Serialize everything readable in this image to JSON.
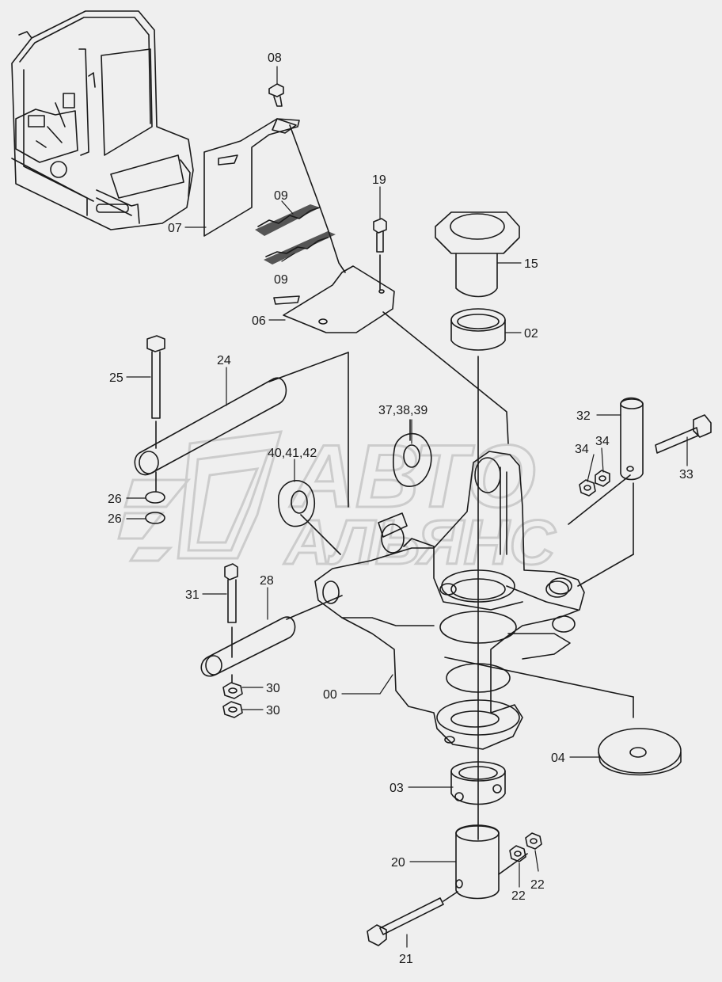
{
  "diagram": {
    "background": "#efefef",
    "line_color": "#1a1a1a",
    "watermark_color": "#c9c9c9",
    "watermark": {
      "line1": "АВТО",
      "line2": "АЛЬЯНС"
    },
    "labels": [
      {
        "name": "label-08",
        "text": "08"
      },
      {
        "name": "label-07",
        "text": "07"
      },
      {
        "name": "label-09-upper",
        "text": "09"
      },
      {
        "name": "label-09-lower",
        "text": "09"
      },
      {
        "name": "label-19",
        "text": "19"
      },
      {
        "name": "label-15",
        "text": "15"
      },
      {
        "name": "label-06",
        "text": "06"
      },
      {
        "name": "label-02",
        "text": "02"
      },
      {
        "name": "label-25",
        "text": "25"
      },
      {
        "name": "label-24",
        "text": "24"
      },
      {
        "name": "label-37-38-39",
        "text": "37,38,39"
      },
      {
        "name": "label-32",
        "text": "32"
      },
      {
        "name": "label-34-a",
        "text": "34"
      },
      {
        "name": "label-34-b",
        "text": "34"
      },
      {
        "name": "label-33",
        "text": "33"
      },
      {
        "name": "label-40-41-42",
        "text": "40,41,42"
      },
      {
        "name": "label-26-upper",
        "text": "26"
      },
      {
        "name": "label-26-lower",
        "text": "26"
      },
      {
        "name": "label-31",
        "text": "31"
      },
      {
        "name": "label-28",
        "text": "28"
      },
      {
        "name": "label-30-upper",
        "text": "30"
      },
      {
        "name": "label-30-lower",
        "text": "30"
      },
      {
        "name": "label-00",
        "text": "00"
      },
      {
        "name": "label-04",
        "text": "04"
      },
      {
        "name": "label-03",
        "text": "03"
      },
      {
        "name": "label-20",
        "text": "20"
      },
      {
        "name": "label-22-a",
        "text": "22"
      },
      {
        "name": "label-22-b",
        "text": "22"
      },
      {
        "name": "label-21",
        "text": "21"
      }
    ]
  }
}
